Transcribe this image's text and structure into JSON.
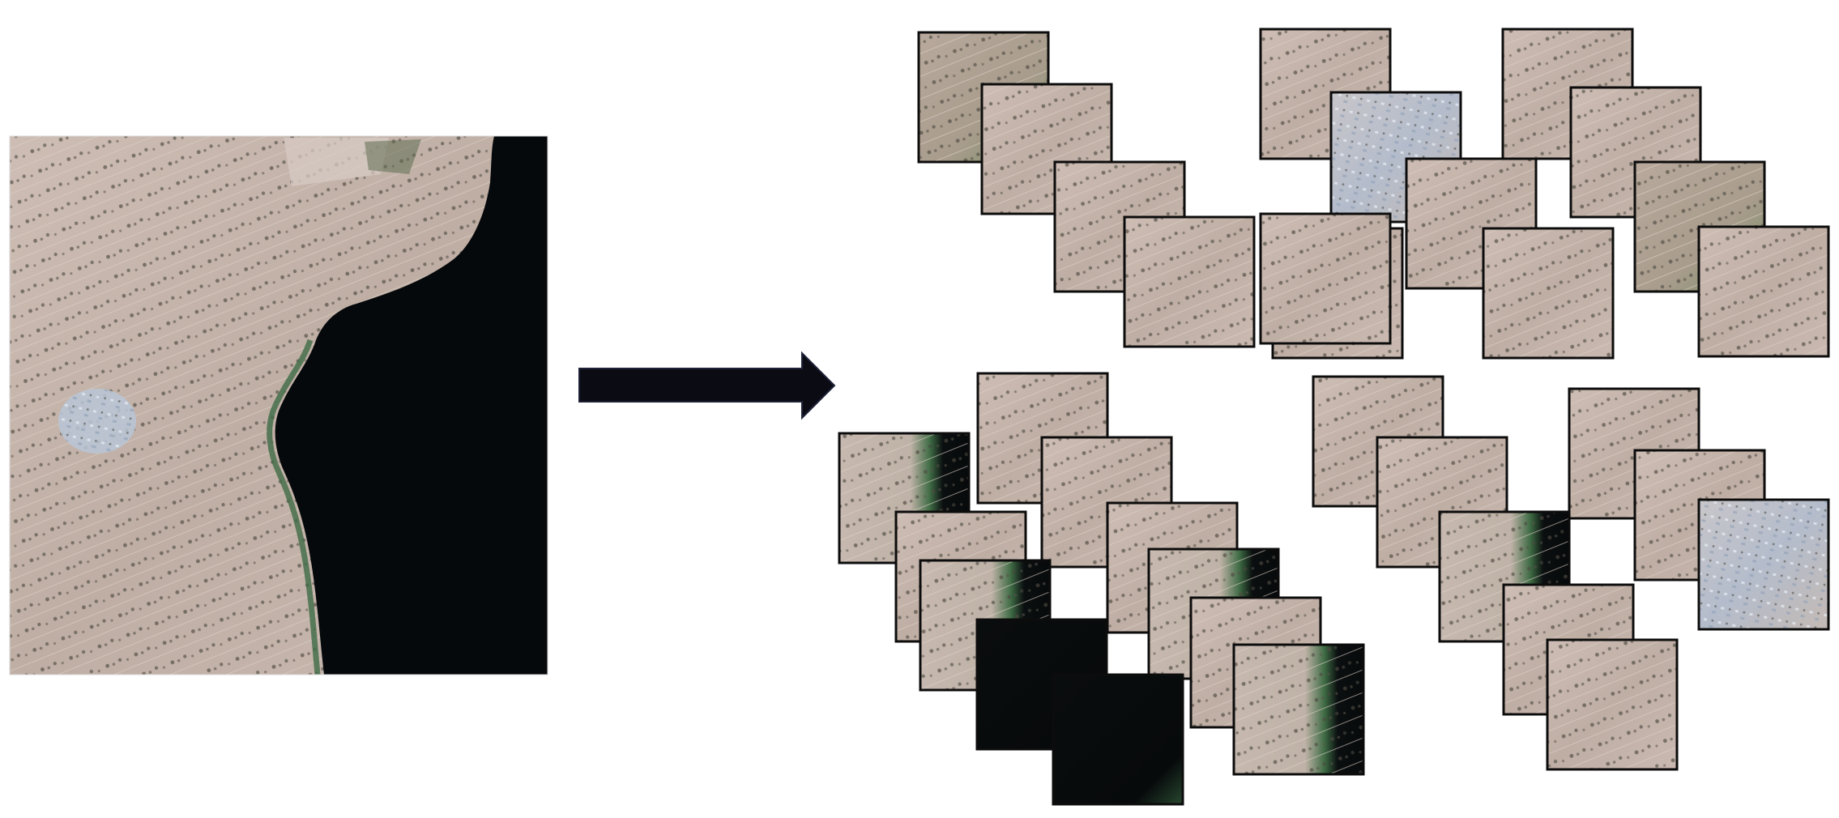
{
  "figure": {
    "source_image": {
      "name": "satellite-scene",
      "land_color": "#c2b2a9",
      "water_color": "#05090b",
      "vegetation_color": "#5a6b4e",
      "settlement_color": "#b9c6d6"
    },
    "arrow": {
      "color": "#0b0b14",
      "direction": "right"
    },
    "clusters": [
      {
        "name": "cluster-top-left",
        "tiles": [
          {
            "kind": "field-green"
          },
          {
            "kind": "field"
          },
          {
            "kind": "field"
          },
          {
            "kind": "field-trees"
          }
        ]
      },
      {
        "name": "cluster-top-right",
        "tiles": [
          {
            "kind": "field"
          },
          {
            "kind": "settlement"
          },
          {
            "kind": "field"
          },
          {
            "kind": "field"
          },
          {
            "kind": "field-trees"
          },
          {
            "kind": "field"
          },
          {
            "kind": "field-green"
          },
          {
            "kind": "field"
          },
          {
            "kind": "field"
          },
          {
            "kind": "field"
          }
        ]
      },
      {
        "name": "cluster-bottom-left",
        "tiles": [
          {
            "kind": "shore"
          },
          {
            "kind": "field"
          },
          {
            "kind": "field"
          },
          {
            "kind": "field"
          },
          {
            "kind": "field"
          },
          {
            "kind": "shore"
          },
          {
            "kind": "water"
          },
          {
            "kind": "shore"
          },
          {
            "kind": "water"
          },
          {
            "kind": "field"
          },
          {
            "kind": "shore"
          }
        ]
      },
      {
        "name": "cluster-bottom-right",
        "tiles": [
          {
            "kind": "field"
          },
          {
            "kind": "field"
          },
          {
            "kind": "shore"
          },
          {
            "kind": "field"
          },
          {
            "kind": "field-trees"
          },
          {
            "kind": "settlement"
          },
          {
            "kind": "field"
          },
          {
            "kind": "field"
          }
        ]
      }
    ]
  }
}
